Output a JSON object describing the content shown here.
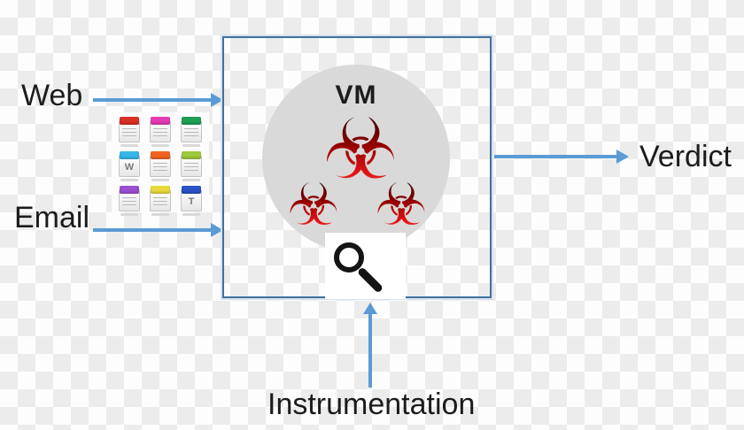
{
  "labels": {
    "web": "Web",
    "email": "Email",
    "verdict": "Verdict",
    "instrumentation": "Instrumentation"
  },
  "vm_box": {
    "label": "VM",
    "biohazard_glyph": "☣",
    "malware_count": 3
  },
  "attachments": {
    "icons": [
      {
        "color": "#d93025",
        "glyph": ""
      },
      {
        "color": "#e23bb4",
        "glyph": ""
      },
      {
        "color": "#1e9e57",
        "glyph": ""
      },
      {
        "color": "#37b6e9",
        "glyph": "W"
      },
      {
        "color": "#f06423",
        "glyph": ""
      },
      {
        "color": "#9dc93c",
        "glyph": ""
      },
      {
        "color": "#9a4fd3",
        "glyph": ""
      },
      {
        "color": "#e8d93a",
        "glyph": ""
      },
      {
        "color": "#2b52c9",
        "glyph": "T"
      }
    ]
  },
  "colors": {
    "arrow": "#5b9bd5",
    "box-border": "#41719c",
    "circle-gray": "#d9d9d9",
    "checker-light": "#fdfdfd",
    "checker-dark": "#ececec",
    "text": "#1c1c1c"
  }
}
